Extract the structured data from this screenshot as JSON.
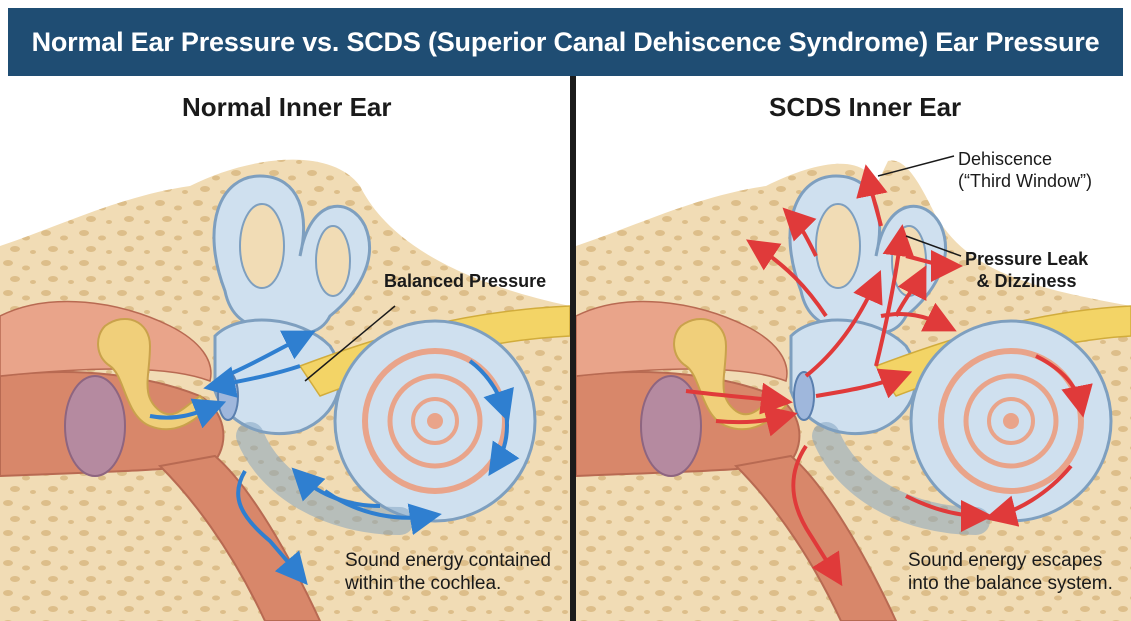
{
  "header": {
    "title": "Normal Ear Pressure vs. SCDS (Superior Canal Dehiscence Syndrome) Ear Pressure"
  },
  "left_panel": {
    "title": "Normal Inner Ear",
    "label_balanced": "Balanced Pressure",
    "caption_line1": "Sound energy contained",
    "caption_line2": "within the cochlea.",
    "arrow_color": "#2f7fd0"
  },
  "right_panel": {
    "title": "SCDS Inner Ear",
    "label_dehiscence_line1": "Dehiscence",
    "label_dehiscence_line2": "(“Third Window”)",
    "label_leak_line1": "Pressure Leak",
    "label_leak_line2": "& Dizziness",
    "caption_line1": "Sound energy escapes",
    "caption_line2": "into the balance system.",
    "arrow_color": "#e03a3a"
  },
  "colors": {
    "banner": "#1f4d73",
    "bone": "#f1dcb5",
    "bone_pores": "#d9b982",
    "canal_tissue": "#d8876a",
    "labyrinth_fluid": "#cfe0ef",
    "labyrinth_outline": "#7e9fbf",
    "eardrum": "#b58aa0",
    "ossicles": "#f0cf7a",
    "nerve": "#f3d466"
  }
}
